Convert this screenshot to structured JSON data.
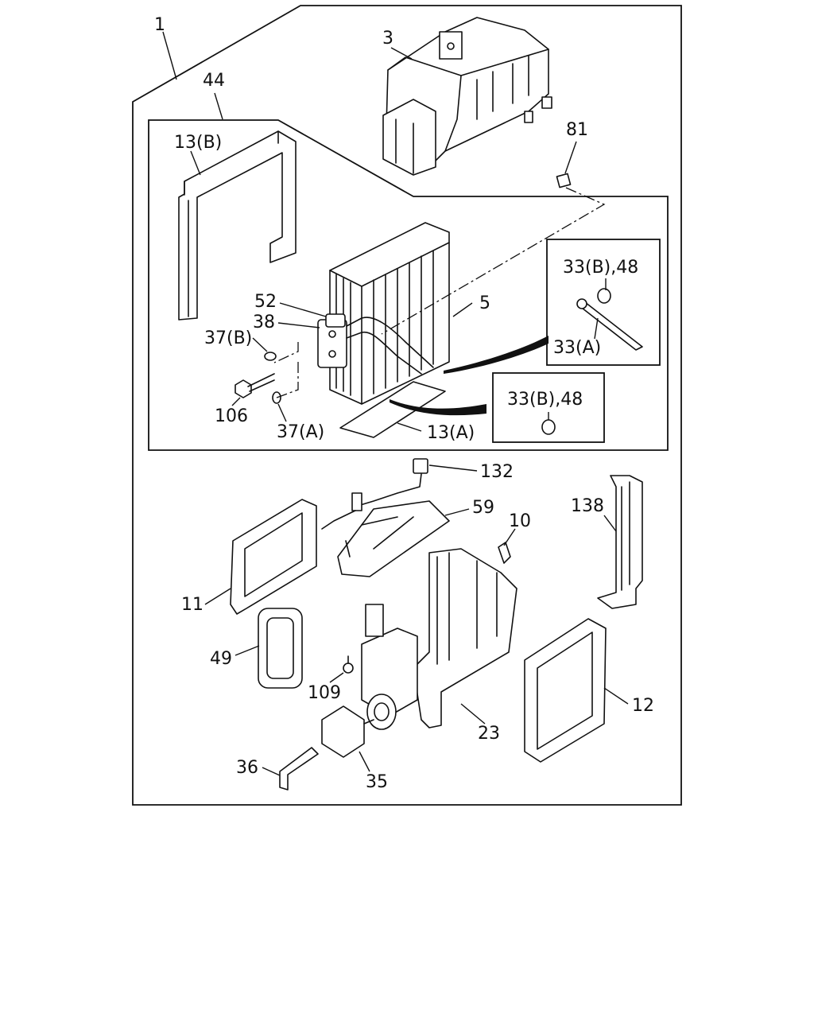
{
  "diagram": {
    "callouts": {
      "p1": "1",
      "p3": "3",
      "p44": "44",
      "p81": "81",
      "p13b": "13(B)",
      "p52": "52",
      "p38": "38",
      "p5": "5",
      "p37b": "37(B)",
      "p106": "106",
      "p37a": "37(A)",
      "p13a": "13(A)",
      "p33b48_top": "33(B),48",
      "p33a": "33(A)",
      "p33b48_bottom": "33(B),48",
      "p132": "132",
      "p59": "59",
      "p10": "10",
      "p138": "138",
      "p11": "11",
      "p49": "49",
      "p109": "109",
      "p23": "23",
      "p12": "12",
      "p36": "36",
      "p35": "35"
    }
  }
}
